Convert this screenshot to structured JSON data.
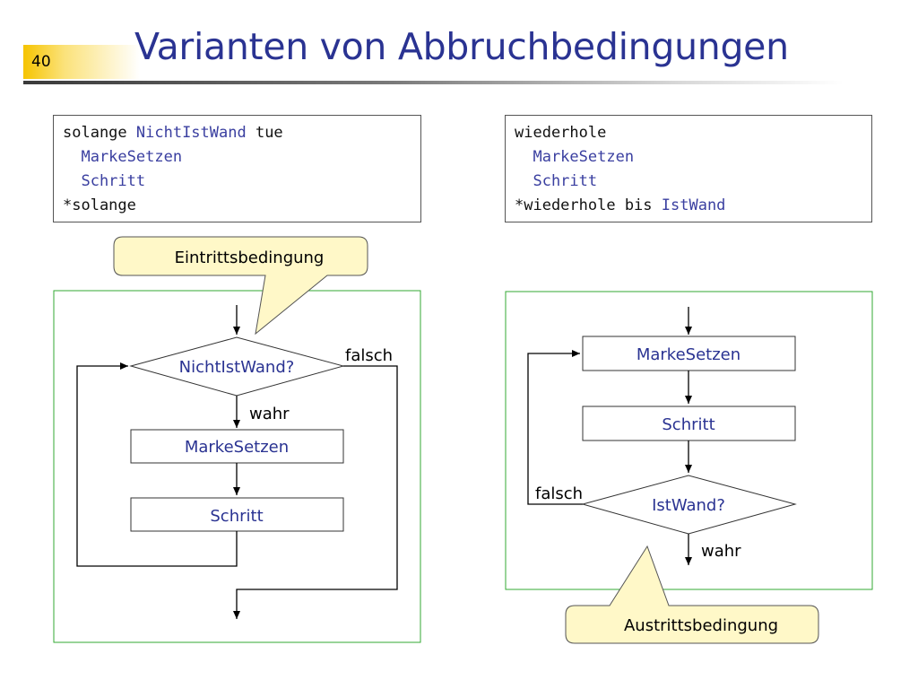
{
  "slide": {
    "page_number": "40",
    "title": "Varianten von Abbruchbedingungen"
  },
  "left_code": {
    "line1_kw1": "solange ",
    "line1_cond": "NichtIstWand",
    "line1_kw2": " tue",
    "line2": "  MarkeSetzen",
    "line3": "  Schritt",
    "line4": "*solange"
  },
  "right_code": {
    "line1": "wiederhole",
    "line2": "  MarkeSetzen",
    "line3": "  Schritt",
    "line4_kw": "*wiederhole bis ",
    "line4_cond": "IstWand"
  },
  "left_flow": {
    "callout": "Eintrittsbedingung",
    "decision": "NichtIstWand?",
    "false_label": "falsch",
    "true_label": "wahr",
    "box1": "MarkeSetzen",
    "box2": "Schritt"
  },
  "right_flow": {
    "callout": "Austrittsbedingung",
    "box1": "MarkeSetzen",
    "box2": "Schritt",
    "decision": "IstWand?",
    "false_label": "falsch",
    "true_label": "wahr"
  },
  "colors": {
    "title": "#2a3392",
    "flow_text": "#2a3392",
    "frame": "#33aa33",
    "callout_fill": "#fff8c8",
    "callout_stroke": "#555555"
  }
}
